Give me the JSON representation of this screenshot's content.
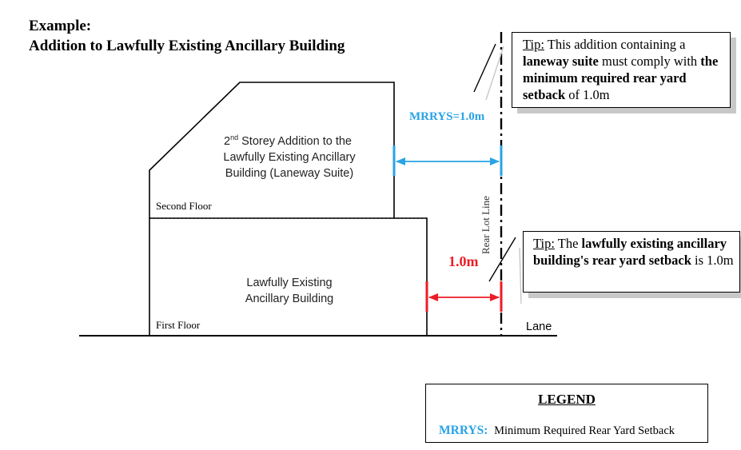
{
  "title": {
    "line1": "Example:",
    "line2": "Addition to Lawfully Existing Ancillary Building"
  },
  "building": {
    "addition_line1": "2",
    "addition_sup": "nd",
    "addition_line1_rest": " Storey Addition to the",
    "addition_line2": "Lawfully Existing Ancillary",
    "addition_line3": "Building (Laneway Suite)",
    "second_floor": "Second Floor",
    "existing_line1": "Lawfully Existing",
    "existing_line2": "Ancillary Building",
    "first_floor": "First Floor"
  },
  "dimensions": {
    "mrrys": "MRRYS=1.0m",
    "existing": "1.0m"
  },
  "lot_line": {
    "label": "Rear Lot Line",
    "lane": "Lane"
  },
  "tip1": {
    "label": "Tip:",
    "t1": " This addition containing a ",
    "b1": "laneway suite",
    "t2": " must comply with ",
    "b2": "the minimum required rear yard setback",
    "t3": " of 1.0m"
  },
  "tip2": {
    "label": "Tip:",
    "t1": " The ",
    "b1": "lawfully existing ancillary building's rear yard setback",
    "t2": " is 1.0m"
  },
  "legend": {
    "title": "LEGEND",
    "key": "MRRYS:",
    "description": "Minimum Required Rear Yard Setback"
  },
  "colors": {
    "blue": "#29a3e6",
    "red": "#ee1c24",
    "shadow": "#c8c8c8"
  }
}
